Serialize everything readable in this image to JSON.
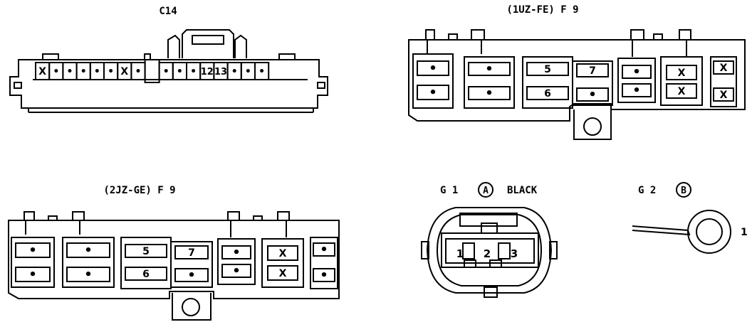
{
  "connectors": {
    "c14": {
      "title": "C14",
      "pins": [
        "X",
        "•",
        "•",
        "•",
        "•",
        "•",
        "X",
        "•",
        "•",
        "•",
        "•",
        "12",
        "13",
        "•",
        "•",
        "•"
      ]
    },
    "f9_1uz": {
      "title": "(1UZ-FE)  F 9",
      "cells": {
        "a1": "•",
        "a2": "•",
        "b1": "•",
        "b2": "•",
        "c1": "5",
        "c2": "6",
        "d1": "7",
        "d2": "•",
        "e1": "•",
        "e2": "•",
        "f1": "X",
        "f2": "X",
        "g1": "X",
        "g2": "X"
      }
    },
    "f9_2jz": {
      "title": "(2JZ-GE)  F 9",
      "cells": {
        "a1": "•",
        "a2": "•",
        "b1": "•",
        "b2": "•",
        "c1": "5",
        "c2": "6",
        "d1": "7",
        "d2": "•",
        "e1": "•",
        "e2": "•",
        "f1": "X",
        "f2": "X",
        "g1": "•",
        "g2": "•"
      }
    },
    "g1": {
      "title_prefix": "G 1",
      "badge": "A",
      "title_suffix": "BLACK",
      "pins": [
        "1",
        "2",
        "3"
      ]
    },
    "g2": {
      "title_prefix": "G 2",
      "badge": "B",
      "pin": "1"
    }
  }
}
